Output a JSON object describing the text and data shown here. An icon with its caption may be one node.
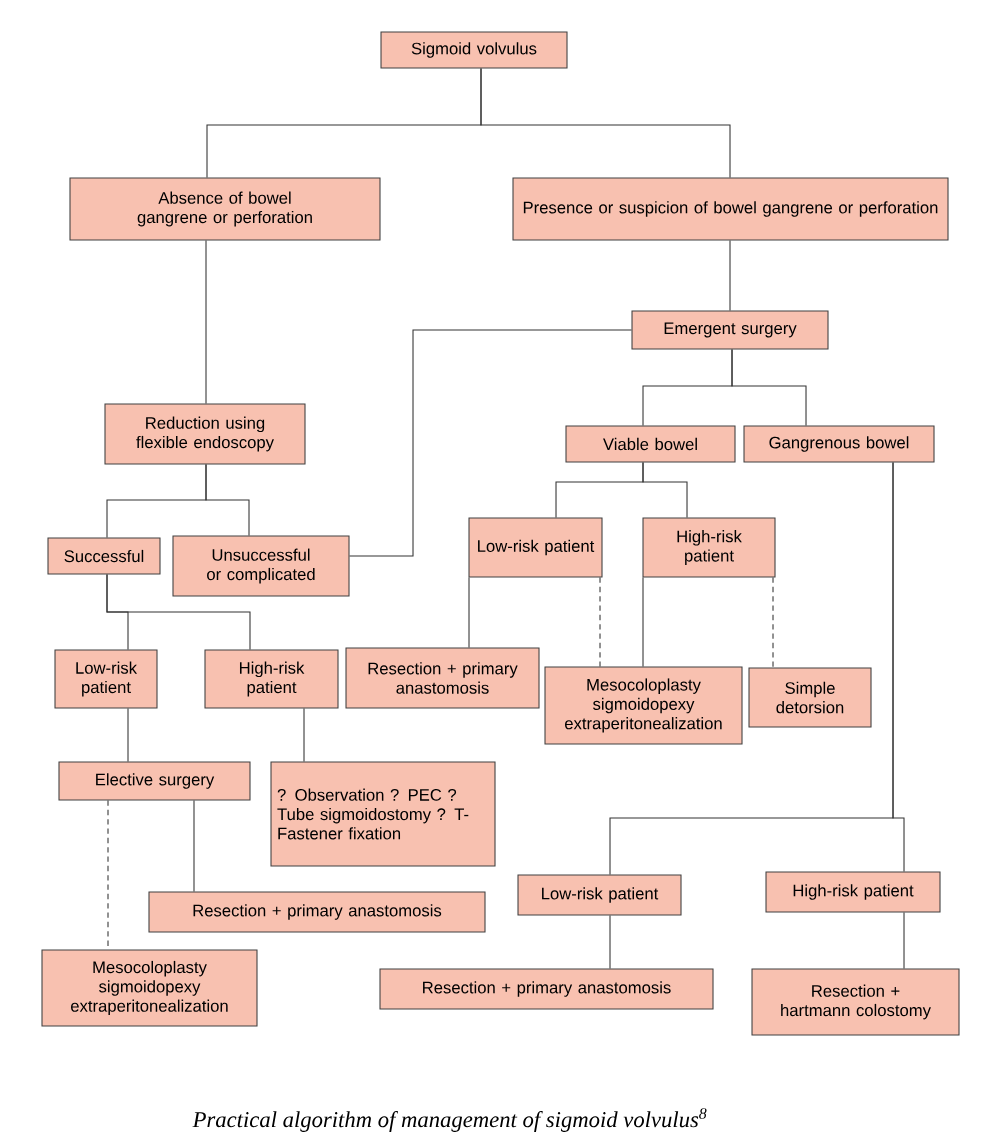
{
  "diagram": {
    "nodes": [
      {
        "text": [
          "Sigmoid volvulus"
        ]
      },
      {
        "text": [
          "Absence of bowel gangrene or perforation"
        ]
      },
      {
        "text": [
          "Presence or suspicion of bowel gangrene or perforation"
        ]
      },
      {
        "text": [
          "Emergent surgery"
        ]
      },
      {
        "text": [
          "Reduction using flexible endoscopy"
        ]
      },
      {
        "text": [
          "Viable bowel"
        ]
      },
      {
        "text": [
          "Gangrenous bowel"
        ]
      },
      {
        "text": [
          "Successful"
        ]
      },
      {
        "text": [
          "Unsuccessful or complicated"
        ]
      },
      {
        "text": [
          "Low-risk patient"
        ]
      },
      {
        "text": [
          "High-risk patient"
        ]
      },
      {
        "text": [
          "Resection + primary anastomosis"
        ]
      },
      {
        "text": [
          "Mesocoloplasty sigmoidopexy extraperitonealization"
        ]
      },
      {
        "text": [
          "Simple detorsion"
        ]
      },
      {
        "text": [
          "Low-risk patient"
        ]
      },
      {
        "text": [
          "High-risk patient"
        ]
      },
      {
        "text": [
          "Elective surgery"
        ]
      },
      {
        "text": [
          "? Observation ?  PEC ? Tube sigmoidostomy ? T-Fastener fixation"
        ]
      },
      {
        "text": [
          "Resection + primary anastomosis"
        ]
      },
      {
        "text": [
          "Mesocoloplasty sigmoidopexy extraperitonealization"
        ]
      },
      {
        "text": [
          "Low-risk patient"
        ]
      },
      {
        "text": [
          "High-risk patient"
        ]
      },
      {
        "text": [
          "Resection + primary anastomosis"
        ]
      },
      {
        "text": [
          "Resection + hartmann colostomy"
        ]
      }
    ],
    "edges": [
      {
        "from": 0,
        "to": 1,
        "arrow": "none"
      },
      {
        "from": 0,
        "to": 2,
        "arrow": "none"
      },
      {
        "from": 1,
        "to": 4,
        "arrow": "none"
      },
      {
        "from": 2,
        "to": 3,
        "arrow": "none"
      },
      {
        "from": 3,
        "to": 5,
        "arrow": "none"
      },
      {
        "from": 3,
        "to": 6,
        "arrow": "none"
      },
      {
        "from": 4,
        "to": 7,
        "arrow": "none"
      },
      {
        "from": 4,
        "to": 8,
        "arrow": "none"
      },
      {
        "from": 8,
        "to": 3,
        "arrow": "none"
      },
      {
        "from": 5,
        "to": 9,
        "arrow": "none"
      },
      {
        "from": 5,
        "to": 10,
        "arrow": "none"
      },
      {
        "from": 9,
        "to": 11,
        "arrow": "none"
      },
      {
        "from": 9,
        "to": 12,
        "arrow": "none",
        "style": "dashed"
      },
      {
        "from": 10,
        "to": 12,
        "arrow": "none"
      },
      {
        "from": 10,
        "to": 13,
        "arrow": "none",
        "style": "dashed"
      },
      {
        "from": 7,
        "to": 14,
        "arrow": "none"
      },
      {
        "from": 7,
        "to": 15,
        "arrow": "none"
      },
      {
        "from": 14,
        "to": 16,
        "arrow": "none"
      },
      {
        "from": 15,
        "to": 17,
        "arrow": "none"
      },
      {
        "from": 16,
        "to": 18,
        "arrow": "none"
      },
      {
        "from": 16,
        "to": 19,
        "arrow": "none",
        "style": "dashed"
      },
      {
        "from": 6,
        "to": 20,
        "arrow": "none"
      },
      {
        "from": 6,
        "to": 21,
        "arrow": "none"
      },
      {
        "from": 20,
        "to": 22,
        "arrow": "none"
      },
      {
        "from": 21,
        "to": 23,
        "arrow": "none"
      }
    ],
    "caption": "Practical algorithm of management of sigmoid volvulus$^{8}$"
  }
}
